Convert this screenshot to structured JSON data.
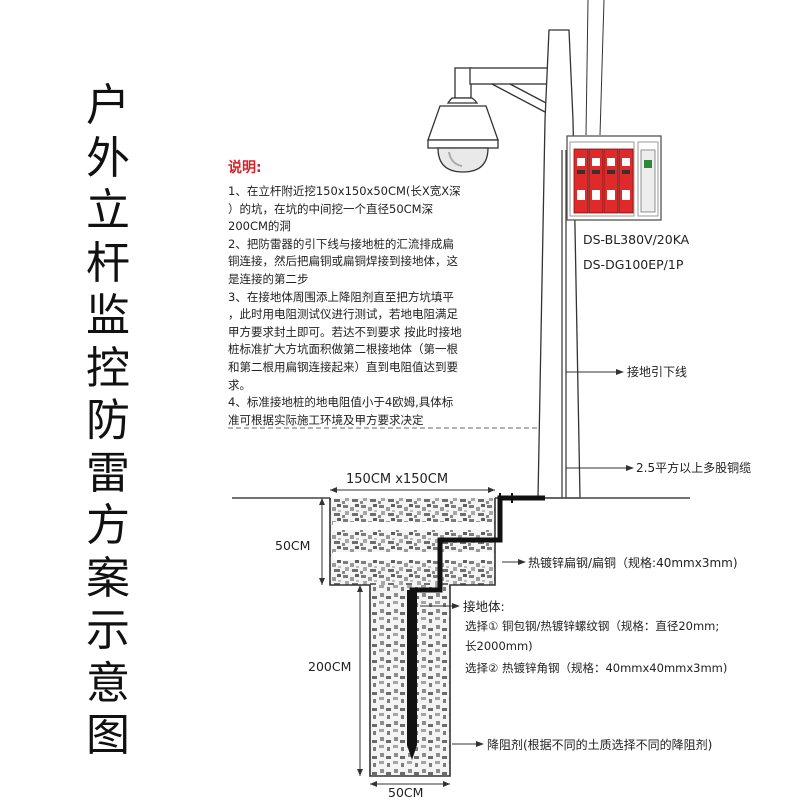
{
  "title_chars": [
    "户",
    "外",
    "立",
    "杆",
    "监",
    "控",
    "防",
    "雷",
    "方",
    "案",
    "示",
    "意",
    "图"
  ],
  "notes": {
    "heading": "说明:",
    "lines": [
      "1、在立杆附近挖150x150x50CM(长X宽X深",
      "）的坑，在坑的中间挖一个直径50CM深",
      "200CM的洞",
      "2、把防雷器的引下线与接地桩的汇流排成扁",
      "铜连接，然后把扁铜或扁铜焊接到接地体，这",
      "是连接的第二步",
      "3、在接地体周围添上降阻剂直至把方坑填平",
      "，此时用电阻测试仪进行测试，若地电阻满足",
      "甲方要求封土即可。若达不到要求 按此时接地",
      "桩标准扩大方坑面积做第二根接地体（第一根",
      "和第二根用扁钢连接起来）直到电阻值达到要",
      "求。",
      "4、标准接地桩的地电阻值小于4欧姆,具体标",
      "准可根据实际施工环境及甲方要求决定"
    ]
  },
  "device": {
    "model_1": "DS-BL380V/20KA",
    "model_2": "DS-DG100EP/1P"
  },
  "labels": {
    "down_lead": "接地引下线",
    "cable": "2.5平方以上多股铜缆",
    "pit_size": "150CM x150CM",
    "pit_depth": "50CM",
    "hole_depth": "200CM",
    "hole_width": "50CM",
    "flat_steel": "热镀锌扁钢/扁铜（规格:40mmx3mm)",
    "ground_body": "接地体:",
    "option1_line1": "选择① 铜包钢/热镀锌螺纹钢（规格：直径20mm;",
    "option1_line2": "长2000mm)",
    "option2": "选择② 热镀锌角钢（规格：40mmx40mmx3mm)",
    "resistance_agent": "降阻剂(根据不同的土质选择不同的降阻剂)"
  },
  "colors": {
    "accent_red": "#d8202a",
    "spd_red": "#e02a2a",
    "ground_steel": "#111111"
  }
}
